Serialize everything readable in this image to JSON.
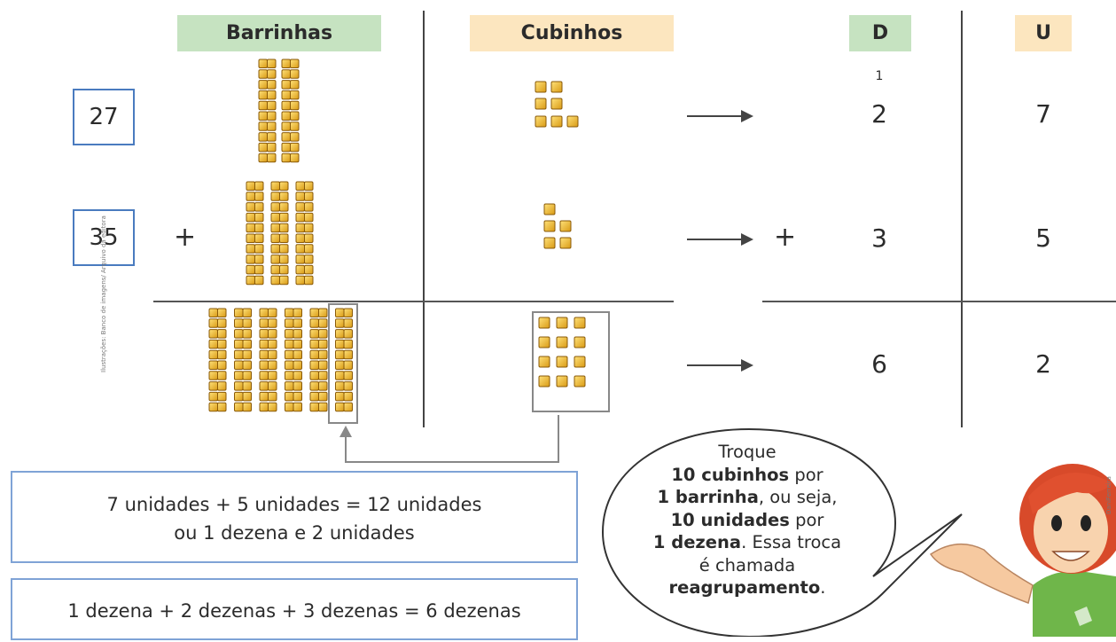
{
  "headers": {
    "bars": "Barrinhas",
    "cubes": "Cubinhos",
    "tens": "D",
    "units": "U"
  },
  "numbers": {
    "first": "27",
    "second": "35"
  },
  "plus_sign": "+",
  "carry": "1",
  "rows": [
    {
      "tens": "2",
      "units": "7"
    },
    {
      "tens": "3",
      "units": "5"
    },
    {
      "tens": "6",
      "units": "2"
    }
  ],
  "info_box_1": {
    "line1": "7 unidades + 5 unidades = 12 unidades",
    "line2": "ou 1 dezena e 2 unidades"
  },
  "info_box_2": {
    "text": "1 dezena + 2 dezenas + 3 dezenas = 6 dezenas"
  },
  "speech": {
    "l1": "Troque",
    "l2b": "10 cubinhos",
    "l2": " por",
    "l3b": "1 barrinha",
    "l3": ", ou seja,",
    "l4b": "10 unidades",
    "l4": " por",
    "l5b": "1 dezena",
    "l5": ". Essa troca",
    "l6": "é chamada",
    "l7b": "reagrupamento",
    "l7": "."
  },
  "credits": {
    "left": "Ilustrações: Banco de imagens/ Arquivo da editora",
    "right": "DaniFerreira"
  },
  "colors": {
    "bars_header": "#c6e3c1",
    "cubes_header": "#fce6bf",
    "box_border": "#4a7bbf",
    "cube_fill": "#f0c030"
  },
  "blocks": {
    "row1_bars": 2,
    "row1_cubes": 7,
    "row2_bars": 3,
    "row2_cubes": 5,
    "row3_bars": 6,
    "row3_cubes": 12
  }
}
